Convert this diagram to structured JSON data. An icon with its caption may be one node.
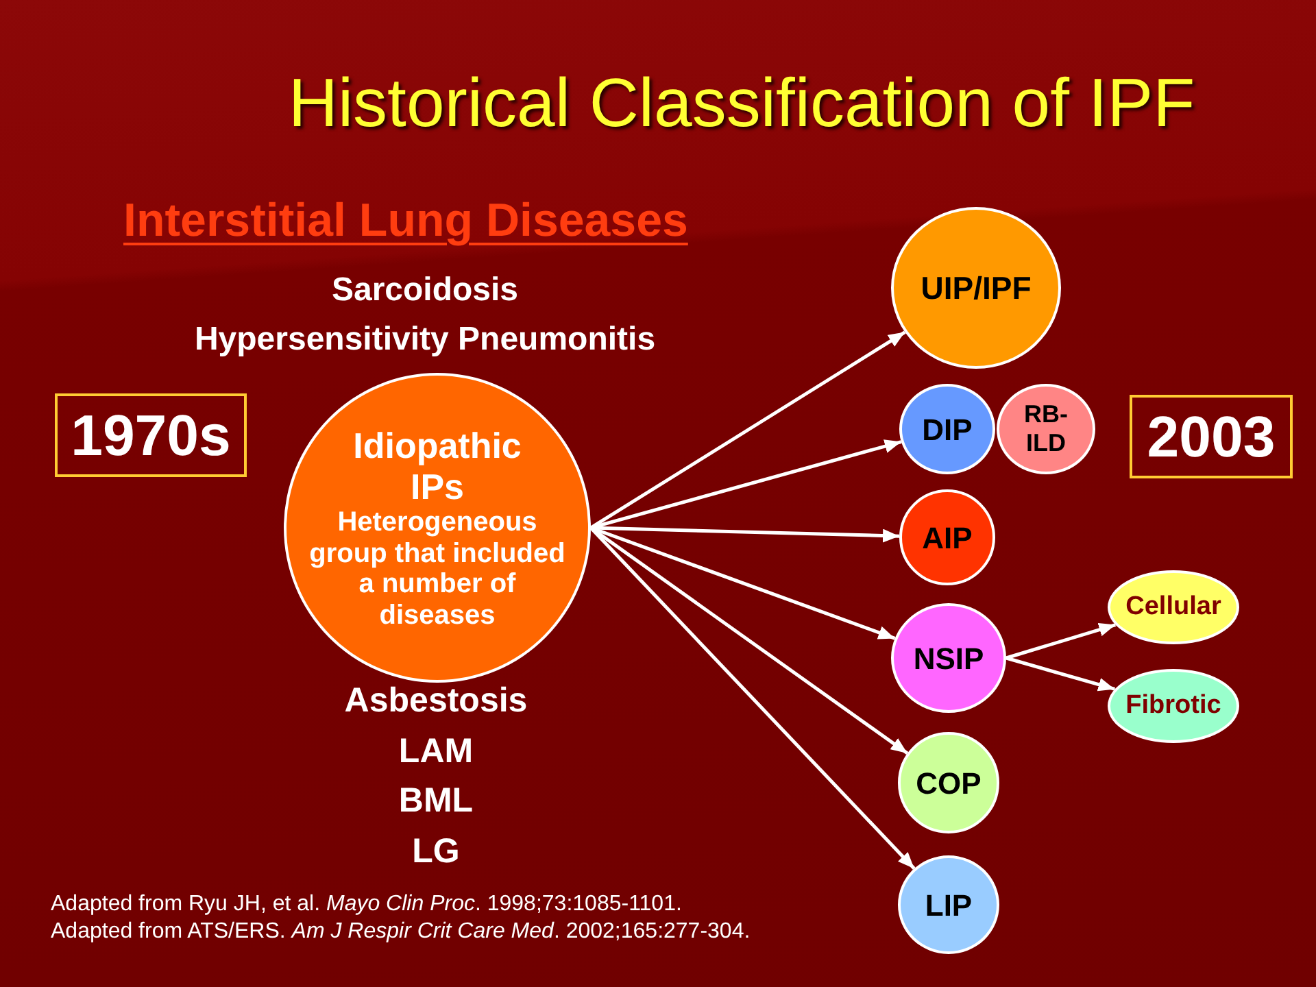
{
  "diagram": {
    "title": "Historical Classification of IPF",
    "nodes": [
      {
        "text": [
          "1970s"
        ]
      },
      {
        "text": [
          "Idiopathic IPs",
          "Heterogeneous group that included a number of diseases"
        ]
      },
      {
        "text": [
          "UIP/IPF"
        ]
      },
      {
        "text": [
          "DIP"
        ]
      },
      {
        "text": [
          "RB-ILD"
        ]
      },
      {
        "text": [
          "AIP"
        ]
      },
      {
        "text": [
          "NSIP"
        ]
      },
      {
        "text": [
          "Cellular"
        ]
      },
      {
        "text": [
          "Fibrotic"
        ]
      },
      {
        "text": [
          "COP"
        ]
      },
      {
        "text": [
          "LIP"
        ]
      },
      {
        "text": [
          "2003"
        ]
      }
    ],
    "edges": [
      {
        "from": 1,
        "to": 2,
        "arrow": "to"
      },
      {
        "from": 1,
        "to": 3,
        "arrow": "to"
      },
      {
        "from": 1,
        "to": 5,
        "arrow": "to"
      },
      {
        "from": 1,
        "to": 6,
        "arrow": "to"
      },
      {
        "from": 1,
        "to": 9,
        "arrow": "to"
      },
      {
        "from": 1,
        "to": 10,
        "arrow": "to"
      },
      {
        "from": 6,
        "to": 7,
        "arrow": "to"
      },
      {
        "from": 6,
        "to": 8,
        "arrow": "to"
      }
    ],
    "labels": [
      "Interstitial Lung Diseases",
      "Sarcoidosis",
      "Hypersensitivity Pneumonitis",
      "Asbestosis",
      "LAM",
      "BML",
      "LG",
      "Adapted from Ryu JH, et al. *Mayo Clin Proc*. 1998;73:1085-1101.",
      "Adapted from ATS/ERS. *Am J Respir Crit Care Med*. 2002;165:277-304."
    ]
  }
}
